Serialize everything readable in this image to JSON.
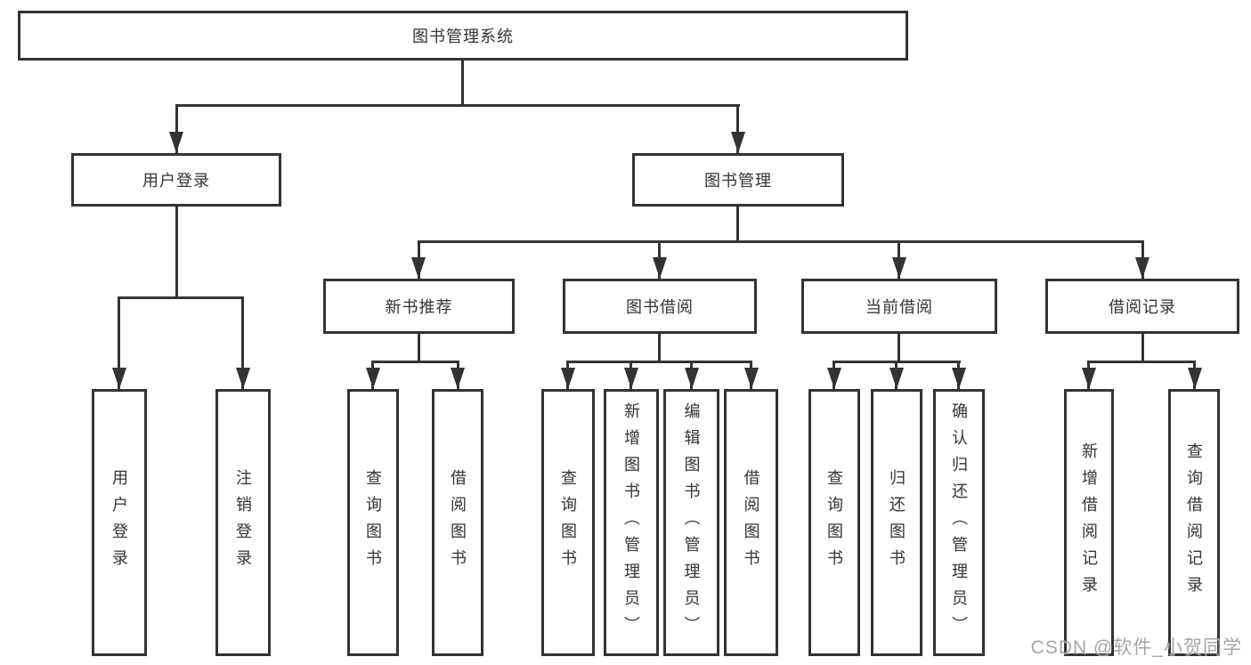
{
  "diagram": {
    "root": {
      "label": "图书管理系统"
    },
    "level2": [
      {
        "label": "用户登录"
      },
      {
        "label": "图书管理"
      }
    ],
    "level3": [
      {
        "label": "新书推荐"
      },
      {
        "label": "图书借阅"
      },
      {
        "label": "当前借阅"
      },
      {
        "label": "借阅记录"
      }
    ],
    "leaves": {
      "user_login": [
        "用户登录",
        "注销登录"
      ],
      "new_book": [
        "查询图书",
        "借阅图书"
      ],
      "book_borrow": [
        "查询图书",
        "新增图书（管理员）",
        "编辑图书（管理员）",
        "借阅图书"
      ],
      "current_borrow": [
        "查询图书",
        "归还图书",
        "确认归还（管理员）"
      ],
      "borrow_records": [
        "新增借阅记录",
        "查询借阅记录"
      ]
    }
  },
  "watermark": {
    "text": "CSDN @软件_小贺同学"
  },
  "colors": {
    "line": "#333333",
    "text": "#3a3a3a",
    "watermark": "#969696",
    "background": "#ffffff"
  }
}
